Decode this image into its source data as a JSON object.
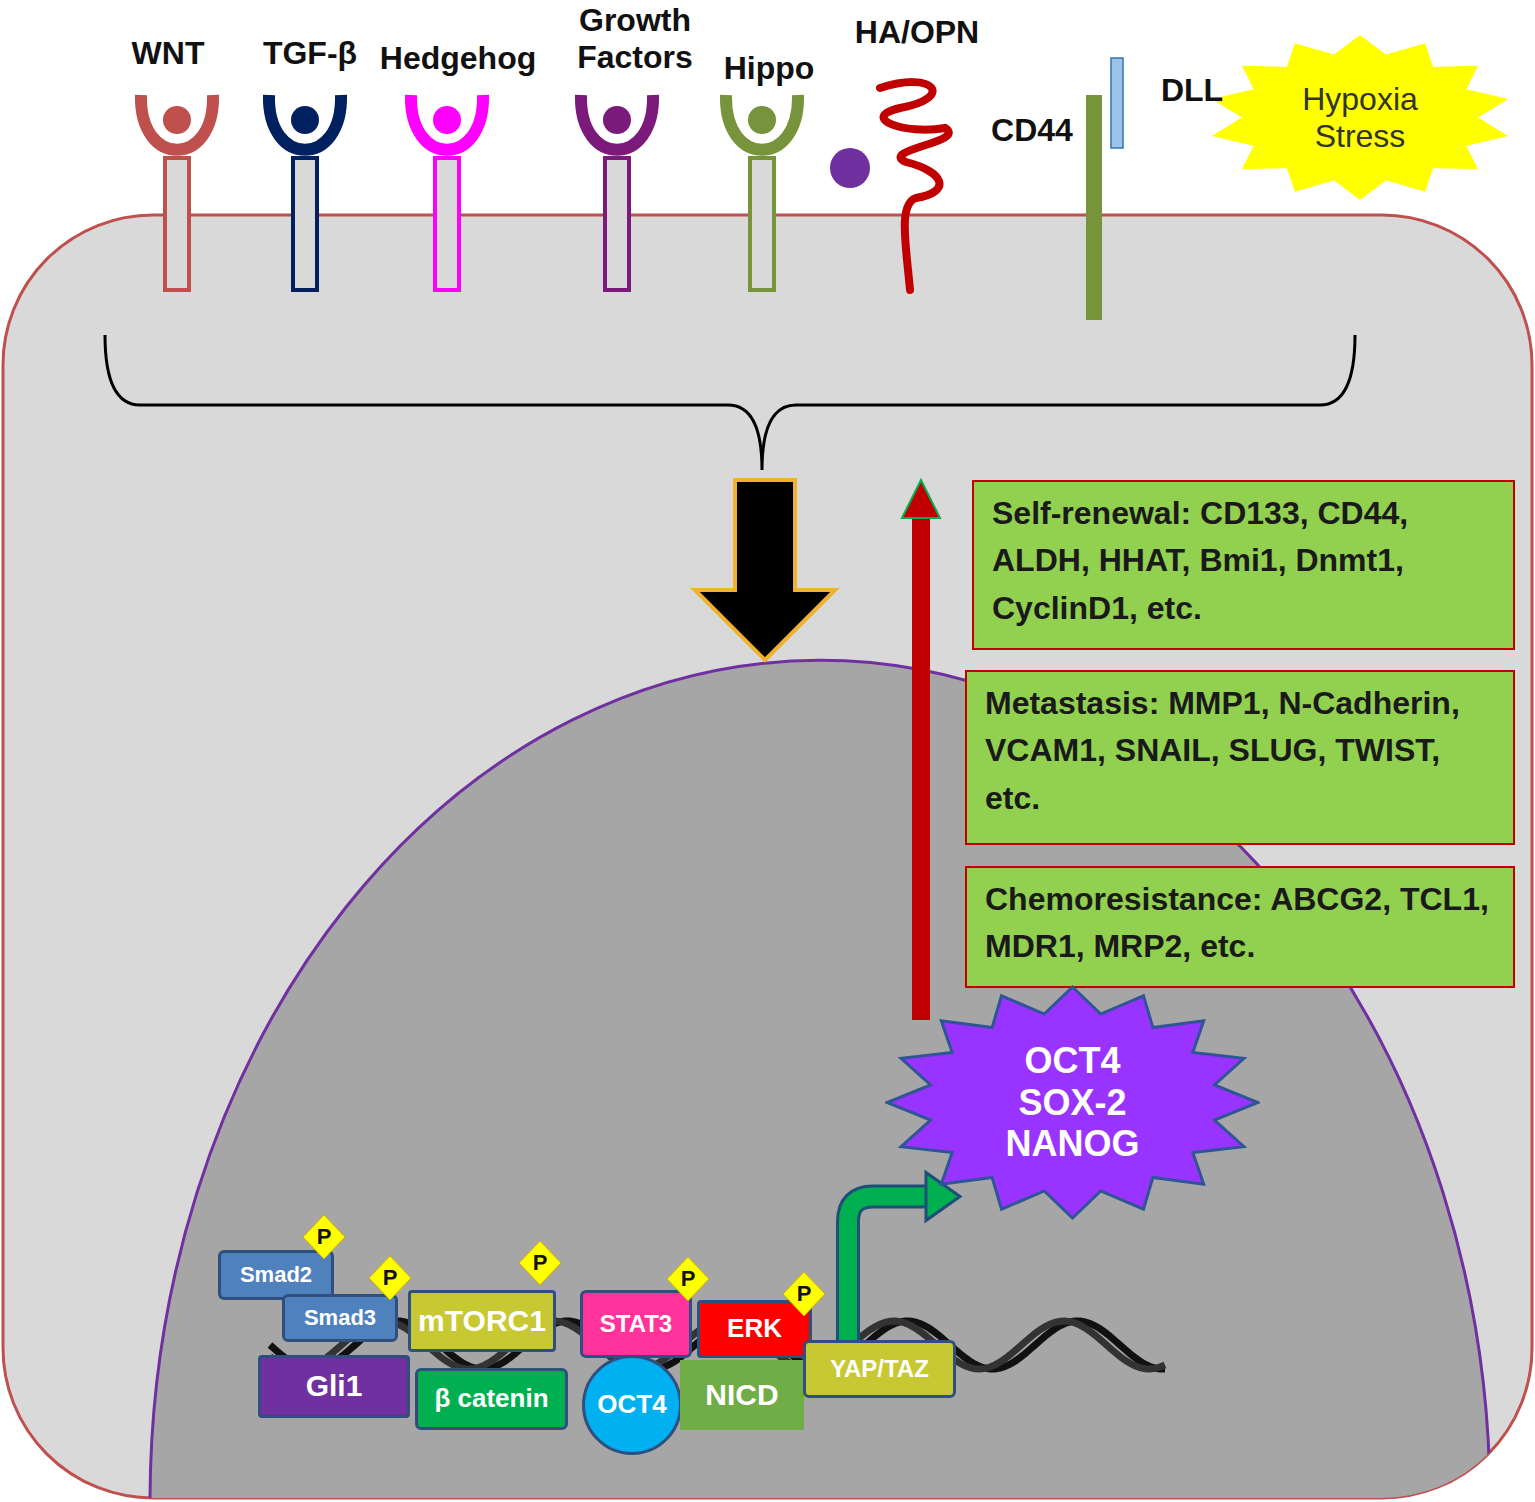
{
  "diagram": {
    "nodes": [
      {
        "text": [
          "Hypoxia Stress"
        ]
      },
      {
        "text": [
          "Self-renewal: CD133, CD44, ALDH, HHAT, Bmi1, Dnmt1, CyclinD1, etc."
        ]
      },
      {
        "text": [
          "Metastasis: MMP1, N-Cadherin, VCAM1, SNAIL, SLUG, TWIST, etc."
        ]
      },
      {
        "text": [
          "Chemoresistance: ABCG2, TCL1, MDR1, MRP2, etc."
        ]
      },
      {
        "text": [
          "OCT4 SOX-2 NANOG"
        ]
      },
      {
        "text": [
          "Smad2"
        ]
      },
      {
        "text": [
          "P"
        ]
      },
      {
        "text": [
          "Smad3"
        ]
      },
      {
        "text": [
          "P"
        ]
      },
      {
        "text": [
          "mTORC1"
        ]
      },
      {
        "text": [
          "P"
        ]
      },
      {
        "text": [
          "STAT3"
        ]
      },
      {
        "text": [
          "P"
        ]
      },
      {
        "text": [
          "ERK"
        ]
      },
      {
        "text": [
          "P"
        ]
      },
      {
        "text": [
          "Gli1"
        ]
      },
      {
        "text": [
          "β catenin"
        ]
      },
      {
        "text": [
          "OCT4"
        ]
      },
      {
        "text": [
          "NICD"
        ]
      },
      {
        "text": [
          "YAP/TAZ"
        ]
      }
    ],
    "edges": [
      {
        "from": 19,
        "to": 4,
        "arrow": "to"
      }
    ],
    "labels": [
      "WNT",
      "TGF-β",
      "Hedgehog",
      "Growth Factors",
      "Hippo",
      "HA/OPN",
      "CD44",
      "DLL"
    ]
  }
}
